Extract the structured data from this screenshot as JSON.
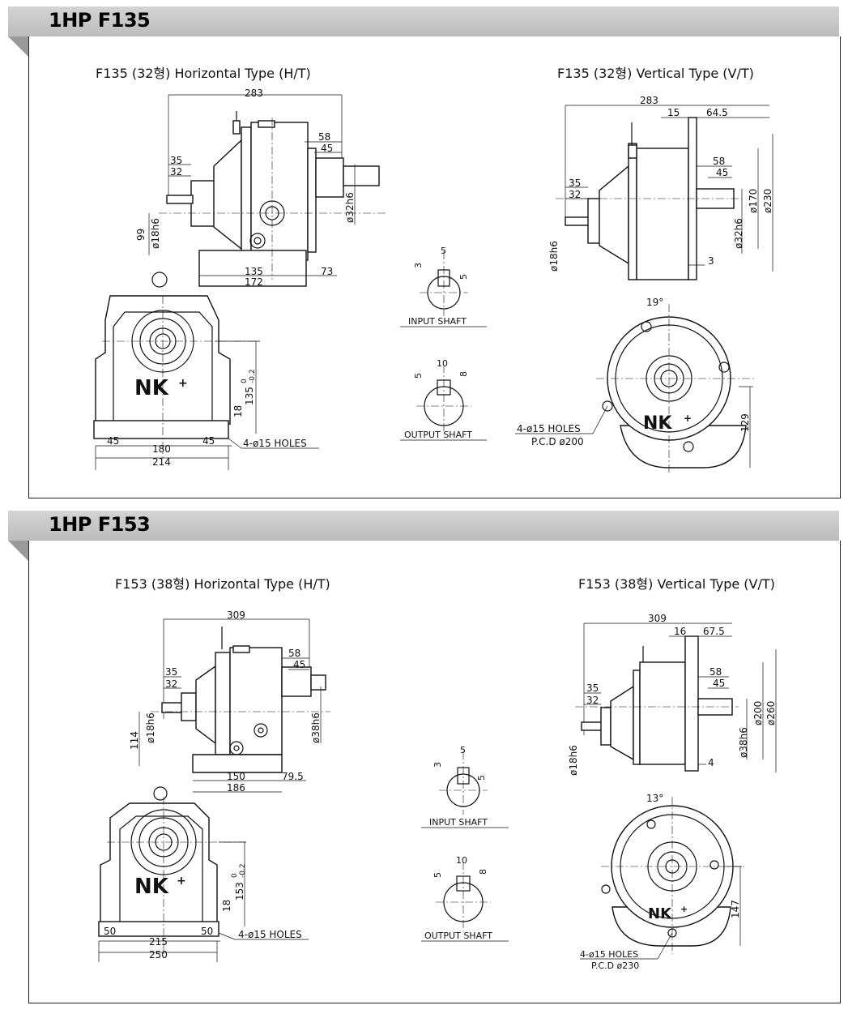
{
  "sections": [
    {
      "title": "1HP F135",
      "horizontal_caption": "F135 (32형) Horizontal Type (H/T)",
      "vertical_caption": "F135 (32형) Vertical Type (V/T)",
      "ht_dims": {
        "overall": "283",
        "d35": "35",
        "d32": "32",
        "d58": "58",
        "d45": "45",
        "shaft_out": "ø32h6",
        "center_h": "99",
        "shaft_in": "ø18h6",
        "base_inner": "135",
        "base_outer": "172",
        "d73": "73"
      },
      "front_dims": {
        "d45a": "45",
        "d180": "180",
        "d45b": "45",
        "d214": "214",
        "d18": "18",
        "height": "135",
        "tol": "0",
        "tol2": "-0.2",
        "holes": "4-ø15 HOLES"
      },
      "input_shaft": {
        "label": "INPUT SHAFT",
        "w": "5",
        "a": "3",
        "b": "5"
      },
      "output_shaft": {
        "label": "OUTPUT SHAFT",
        "w": "10",
        "a": "5",
        "b": "8"
      },
      "vt_dims": {
        "overall": "283",
        "d15": "15",
        "d645": "64.5",
        "d58": "58",
        "d45": "45",
        "d35": "35",
        "d32": "32",
        "dia1": "ø170",
        "dia2": "ø230",
        "shaft_out": "ø32h6",
        "shaft_in": "ø18h6",
        "d3": "3"
      },
      "flange_dims": {
        "angle": "19°",
        "holes": "4-ø15 HOLES",
        "pcd": "P.C.D ø200",
        "d129": "129"
      },
      "logo": "NK"
    },
    {
      "title": "1HP F153",
      "horizontal_caption": "F153 (38형) Horizontal Type (H/T)",
      "vertical_caption": "F153 (38형) Vertical Type (V/T)",
      "ht_dims": {
        "overall": "309",
        "d35": "35",
        "d32": "32",
        "d58": "58",
        "d45": "45",
        "shaft_out": "ø38h6",
        "center_h": "114",
        "shaft_in": "ø18h6",
        "base_inner": "150",
        "base_outer": "186",
        "d73": "79.5"
      },
      "front_dims": {
        "d45a": "50",
        "d180": "215",
        "d45b": "50",
        "d214": "250",
        "d18": "18",
        "height": "153",
        "tol": "0",
        "tol2": "-0.2",
        "holes": "4-ø15 HOLES"
      },
      "input_shaft": {
        "label": "INPUT SHAFT",
        "w": "5",
        "a": "3",
        "b": "5"
      },
      "output_shaft": {
        "label": "OUTPUT SHAFT",
        "w": "10",
        "a": "5",
        "b": "8"
      },
      "vt_dims": {
        "overall": "309",
        "d15": "16",
        "d645": "67.5",
        "d58": "58",
        "d45": "45",
        "d35": "35",
        "d32": "32",
        "dia1": "ø200",
        "dia2": "ø260",
        "shaft_out": "ø38h6",
        "shaft_in": "ø18h6",
        "d3": "4"
      },
      "flange_dims": {
        "angle": "13°",
        "holes": "4-ø15 HOLES",
        "pcd": "P.C.D ø230",
        "d129": "147"
      },
      "logo": "NK"
    }
  ]
}
